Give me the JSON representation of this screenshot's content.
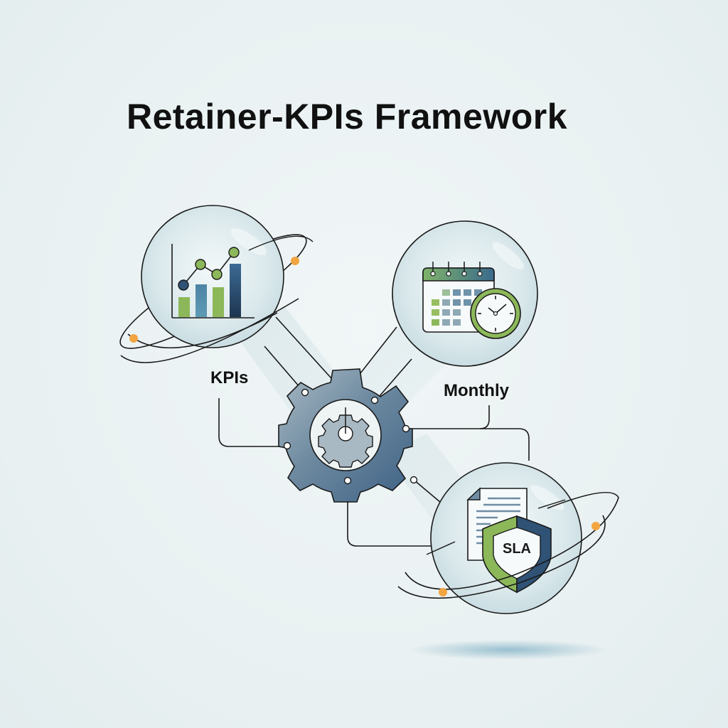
{
  "title": "Retainer-KPIs Framework",
  "nodes": {
    "kpis": {
      "label": "KPIs",
      "icon": "bar-line-chart-icon"
    },
    "monthly": {
      "label": "Monthly",
      "icon": "calendar-clock-icon"
    },
    "sla": {
      "label": "SLA",
      "icon": "document-shield-icon"
    },
    "hub": {
      "icon": "gear-icon"
    }
  },
  "colors": {
    "background": "#eaf1f2",
    "navy": "#2f5275",
    "steel": "#5f7e96",
    "green": "#8cb85a",
    "orange": "#f2a540",
    "line": "#1a1a1a"
  }
}
